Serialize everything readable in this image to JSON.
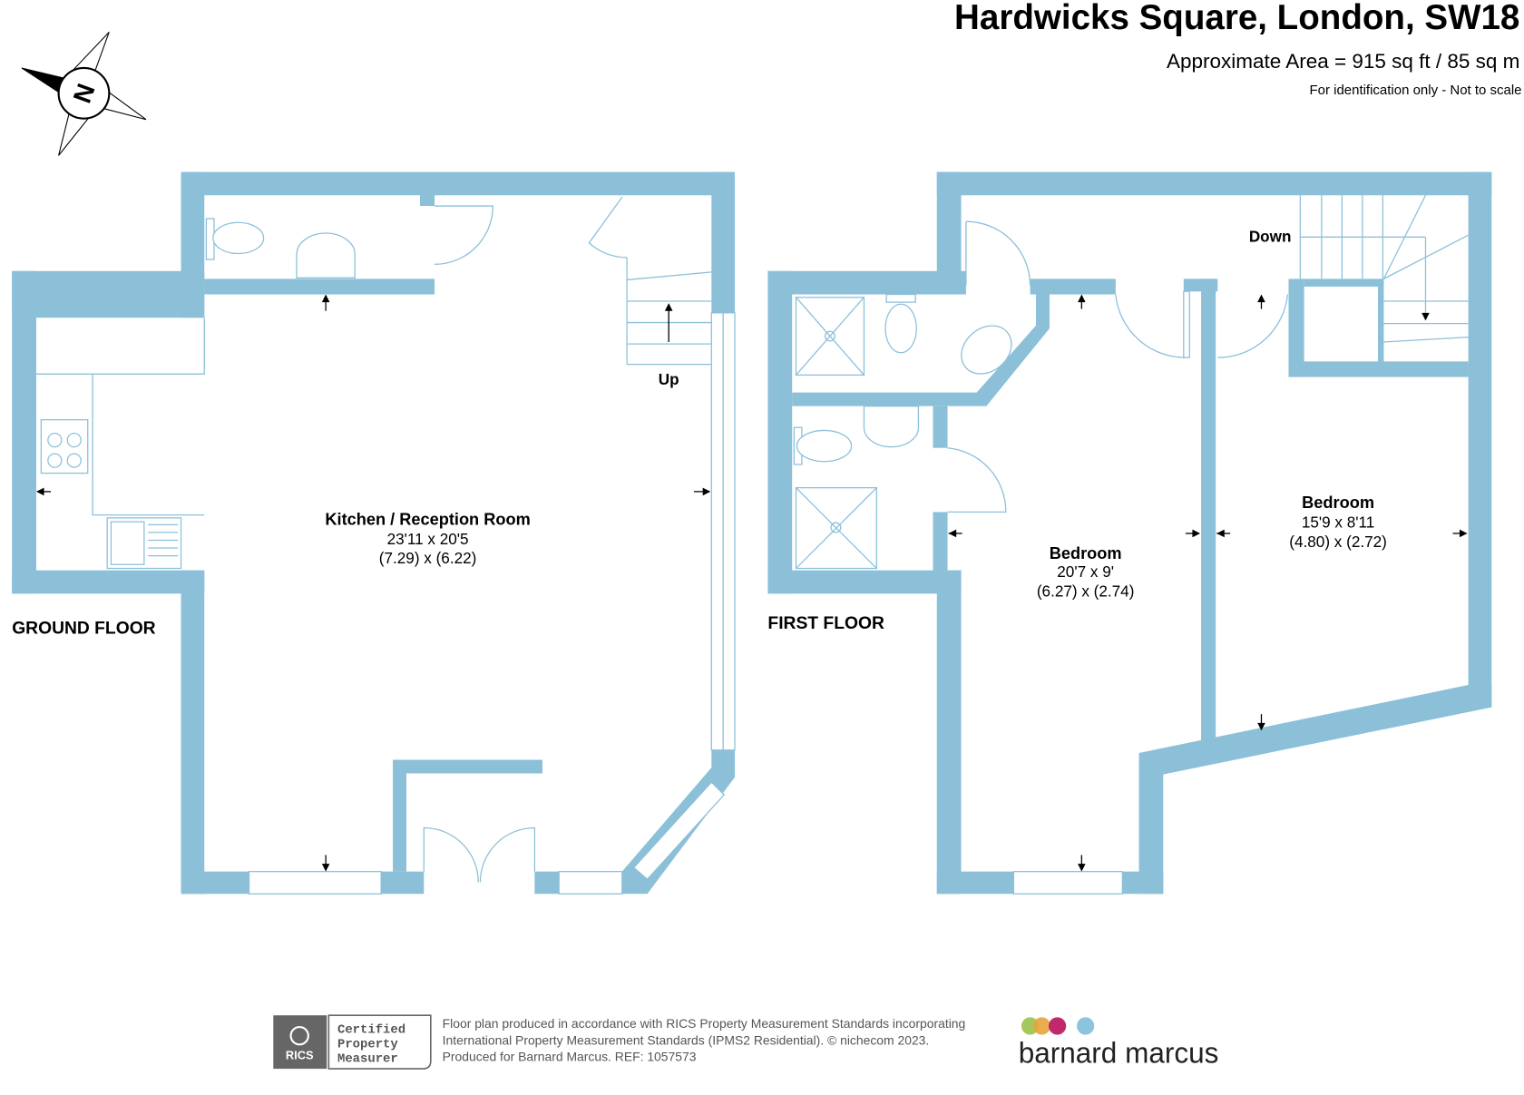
{
  "header": {
    "title": "Hardwicks Square, London, SW18",
    "area": "Approximate Area = 915 sq ft / 85 sq m",
    "note": "For identification only - Not to scale"
  },
  "compass": {
    "label": "N"
  },
  "ground_floor": {
    "label": "GROUND FLOOR",
    "stairs_label": "Up",
    "room": {
      "name": "Kitchen / Reception Room",
      "imperial": "23'11 x 20'5",
      "metric": "(7.29) x (6.22)"
    }
  },
  "first_floor": {
    "label": "FIRST FLOOR",
    "stairs_label": "Down",
    "rooms": [
      {
        "name": "Bedroom",
        "imperial": "20'7 x 9'",
        "metric": "(6.27) x (2.74)"
      },
      {
        "name": "Bedroom",
        "imperial": "15'9 x 8'11",
        "metric": "(4.80) x (2.72)"
      }
    ]
  },
  "footer": {
    "rics_badge": "RICS",
    "certified": [
      "Certified",
      "Property",
      "Measurer"
    ],
    "lines": [
      "Floor plan produced in accordance with RICS Property Measurement Standards incorporating",
      "International Property Measurement Standards (IPMS2 Residential).   © nichecom 2023.",
      "Produced for Barnard Marcus.   REF:  1057573"
    ],
    "brand": "barnard marcus",
    "brand_colors": [
      "#9bc24a",
      "#e8a33c",
      "#c0296b",
      "#8cc4dd"
    ]
  },
  "colors": {
    "wall": "#8cc0d9"
  }
}
